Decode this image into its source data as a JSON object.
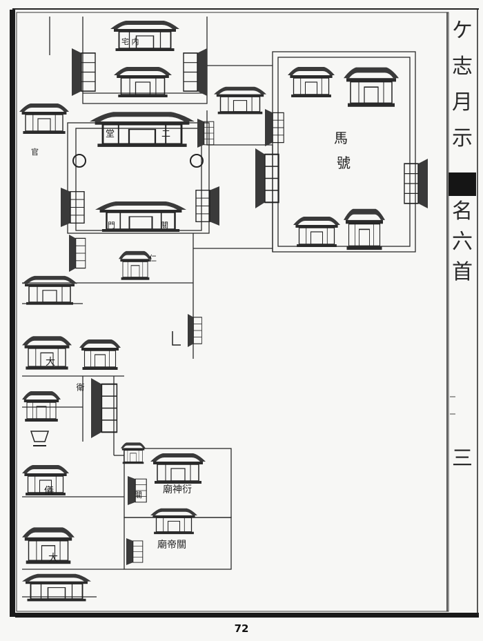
{
  "page": {
    "number": "72",
    "side_title_chars": [
      "ケ",
      "志",
      "月",
      "示"
    ],
    "side_section_chars": [
      "名",
      "六",
      "首"
    ],
    "side_footer_char": "三"
  },
  "map_labels": {
    "tang": "堂",
    "er": "二",
    "ma": "馬",
    "hao": "號",
    "da_1": "大",
    "da_2": "大",
    "yi": "儀",
    "guan_1": "關",
    "guan_2": "關",
    "gate_small": "門",
    "temple_top": "宅 内",
    "ci_1": "廟神衍",
    "ci_2": "廟帝關",
    "wei": "衛",
    "left_note": "官",
    "small_note": "仁"
  }
}
